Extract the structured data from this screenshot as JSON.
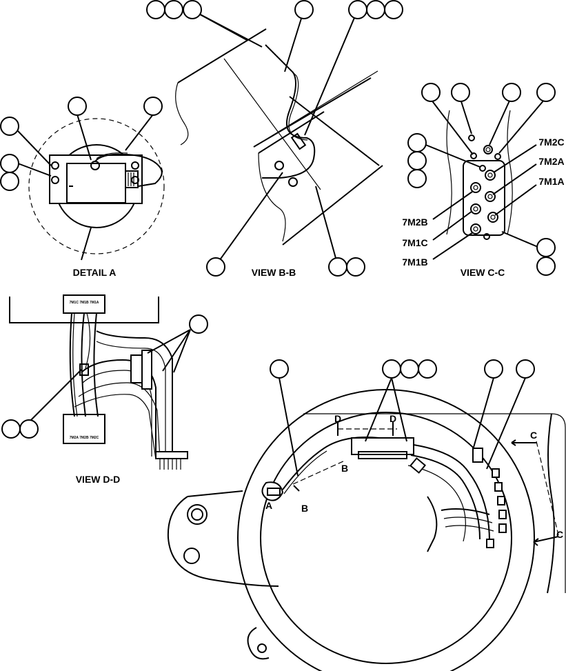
{
  "views": {
    "detail_a": "DETAIL A",
    "view_bb": "VIEW B-B",
    "view_cc": "VIEW C-C",
    "view_dd": "VIEW D-D"
  },
  "terminals": {
    "t7m2c": "7M2C",
    "t7m2a": "7M2A",
    "t7m1a": "7M1A",
    "t7m2b": "7M2B",
    "t7m1c": "7M1C",
    "t7m1b": "7M1B"
  },
  "terminal_strip": {
    "top": "7M1C  7M1B  7M1A",
    "bottom": "7M2A  7M2B  7M2C"
  },
  "section_letters": {
    "a": "A",
    "b": "B",
    "c": "C",
    "d": "D"
  }
}
